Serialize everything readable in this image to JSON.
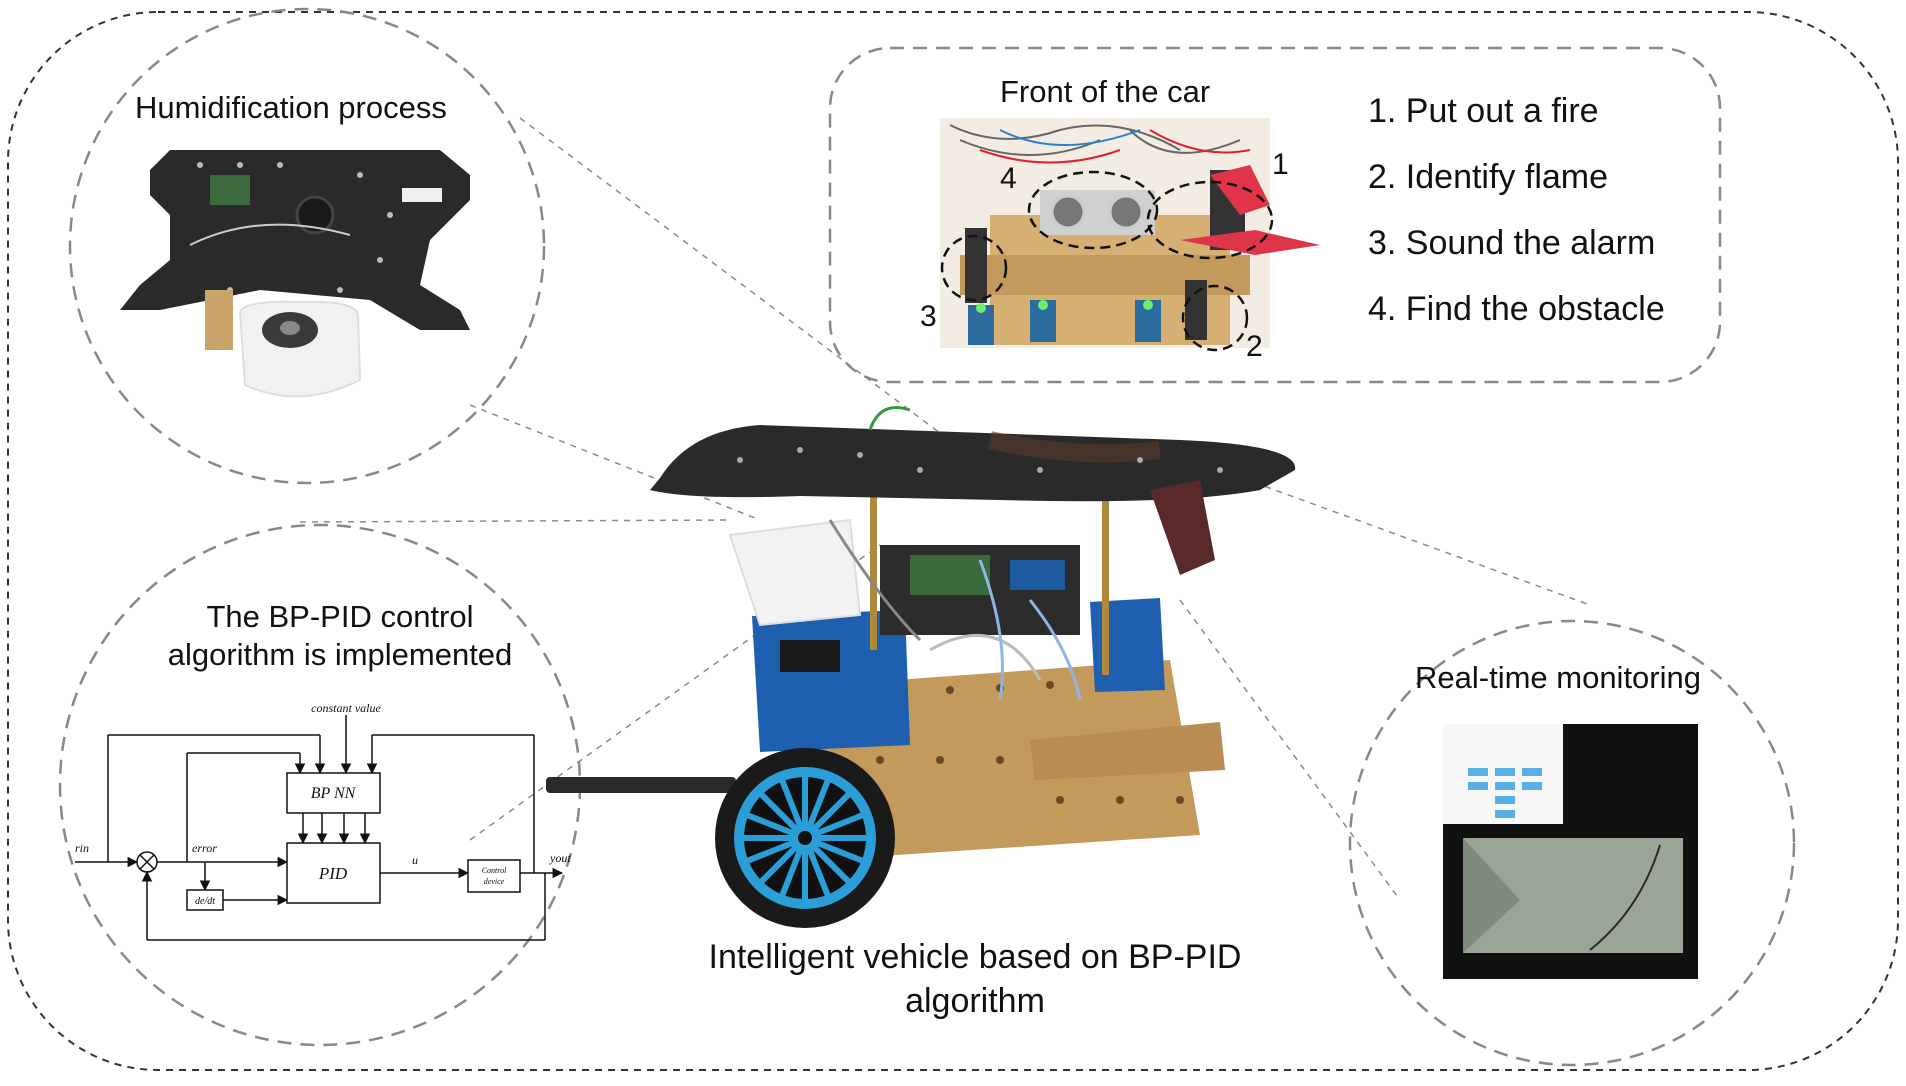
{
  "callouts": {
    "humidification": {
      "title": "Humidification process"
    },
    "front": {
      "title": "Front of the car",
      "markers": [
        "1",
        "2",
        "3",
        "4"
      ],
      "functions": [
        "1. Put out a fire",
        "2. Identify flame",
        "3. Sound the alarm",
        "4. Find the obstacle"
      ]
    },
    "bp_pid": {
      "title_line1": "The BP-PID control",
      "title_line2": "algorithm is implemented",
      "diagram": {
        "constant_value": "constant value",
        "bp_nn": "BP NN",
        "pid": "PID",
        "rin": "rin",
        "error": "error",
        "de_dt": "de/dt",
        "u": "u",
        "control_device_1": "Control",
        "control_device_2": "device",
        "yout": "yout"
      }
    },
    "monitoring": {
      "title": "Real-time monitoring"
    }
  },
  "caption": {
    "line1": "Intelligent vehicle based on BP-PID",
    "line2": "algorithm"
  },
  "colors": {
    "dash": "#555555",
    "wheel": "#2b9ed8",
    "battery": "#1f5fb0",
    "board": "#c49a5c",
    "top_plate": "#2a2a2a",
    "flame_sensor": "#e0344a",
    "screen": "#111111"
  }
}
